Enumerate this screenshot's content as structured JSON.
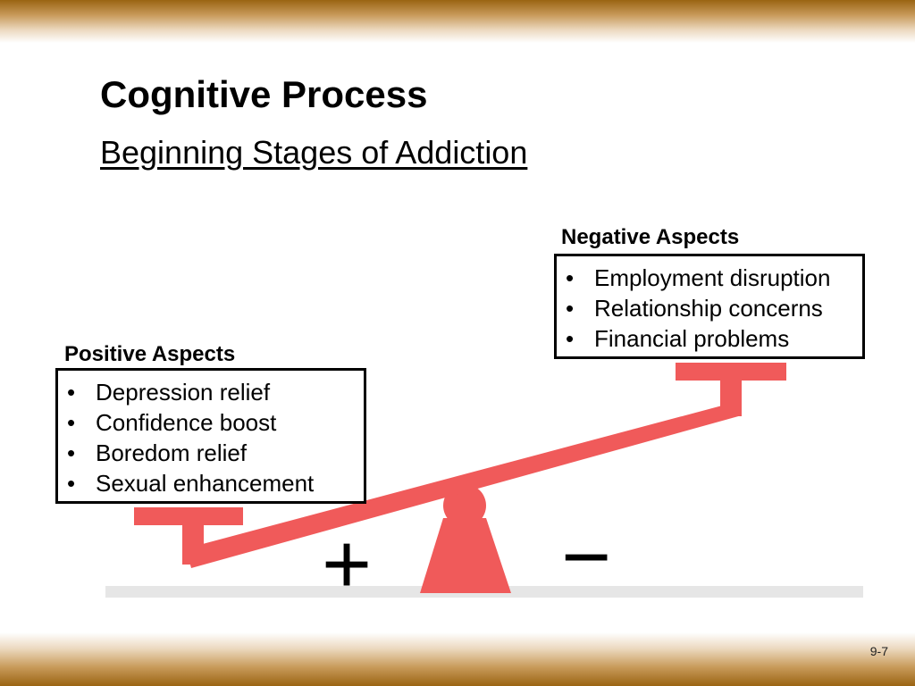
{
  "title": "Cognitive Process",
  "subtitle": "Beginning Stages of Addiction",
  "positive": {
    "heading": "Positive Aspects",
    "items": [
      "Depression relief",
      "Confidence boost",
      "Boredom relief",
      "Sexual enhancement"
    ]
  },
  "negative": {
    "heading": "Negative Aspects",
    "items": [
      "Employment disruption",
      "Relationship concerns",
      "Financial problems"
    ]
  },
  "scale": {
    "plus_symbol": "+",
    "minus_symbol": "−",
    "color": "#f05a5a"
  },
  "slide_number": "9-7",
  "colors": {
    "band": "#9a6412",
    "ground": "#e6e6e6"
  }
}
